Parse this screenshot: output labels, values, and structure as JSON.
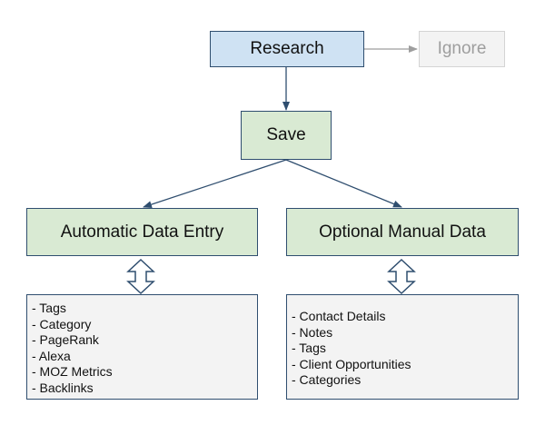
{
  "diagram": {
    "nodes": {
      "research": "Research",
      "ignore": "Ignore",
      "save": "Save",
      "automatic": "Automatic Data Entry",
      "manual": "Optional Manual Data"
    },
    "automatic_items": [
      "- Tags",
      "- Category",
      "- PageRank",
      "- Alexa",
      "- MOZ Metrics",
      "- Backlinks"
    ],
    "manual_items": [
      "- Contact Details",
      "- Notes",
      "- Tags",
      "- Client Opportunities",
      "- Categories"
    ],
    "colors": {
      "process_fill": "#cfe2f3",
      "step_fill": "#d9ead3",
      "list_fill": "#f3f3f3",
      "ignored_fill": "#f3f3f3",
      "border": "#2f4e6f",
      "muted_text": "#9e9e9e",
      "muted_connector": "#9e9e9e"
    }
  }
}
